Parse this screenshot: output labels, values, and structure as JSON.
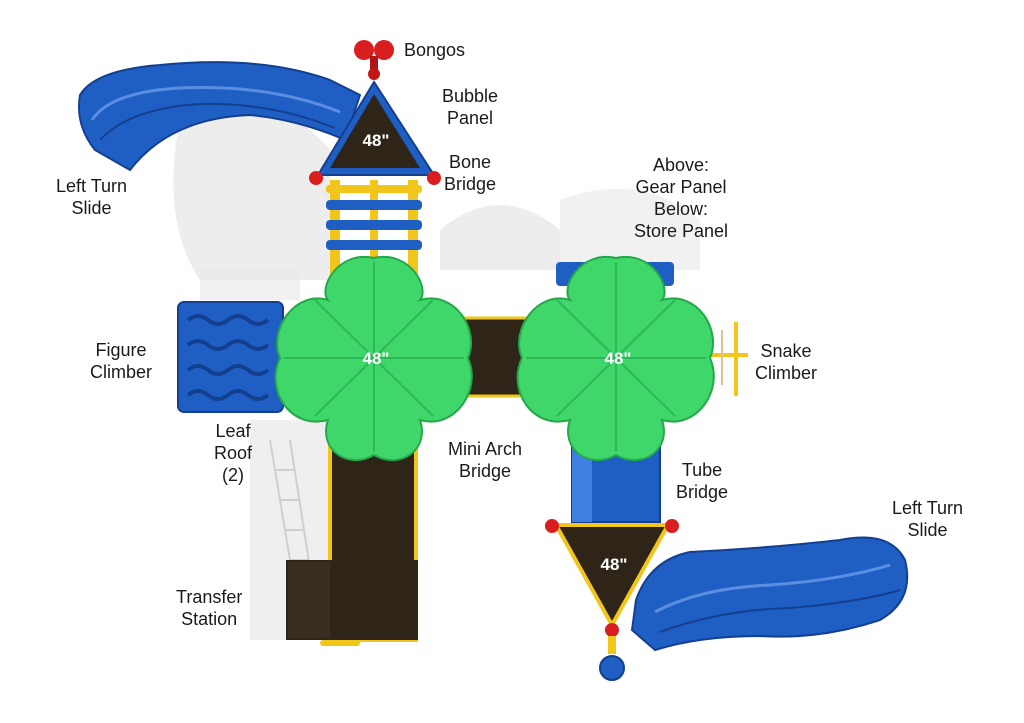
{
  "deck_height_label": "48\"",
  "labels": {
    "bongos": [
      "Bongos"
    ],
    "bubble_panel": [
      "Bubble",
      "Panel"
    ],
    "bone_bridge": [
      "Bone",
      "Bridge"
    ],
    "left_turn_slide_top": [
      "Left Turn",
      "Slide"
    ],
    "gear_store_panel": [
      "Above:",
      "Gear Panel",
      "Below:",
      "Store Panel"
    ],
    "figure_climber": [
      "Figure",
      "Climber"
    ],
    "snake_climber": [
      "Snake",
      "Climber"
    ],
    "leaf_roof": [
      "Leaf",
      "Roof",
      "(2)"
    ],
    "mini_arch_bridge": [
      "Mini Arch",
      "Bridge"
    ],
    "tube_bridge": [
      "Tube",
      "Bridge"
    ],
    "left_turn_slide_bottom": [
      "Left Turn",
      "Slide"
    ],
    "transfer_station": [
      "Transfer",
      "Station"
    ]
  },
  "colors": {
    "slide_blue": "#1f5fc4",
    "slide_blue_dark": "#143f8f",
    "leaf_green": "#3fd66a",
    "leaf_green_dark": "#24a84a",
    "deck_brown": "#2e2418",
    "post_yellow": "#f2c51a",
    "accent_red": "#d81e1e",
    "shadow": "#e6e6e6"
  }
}
